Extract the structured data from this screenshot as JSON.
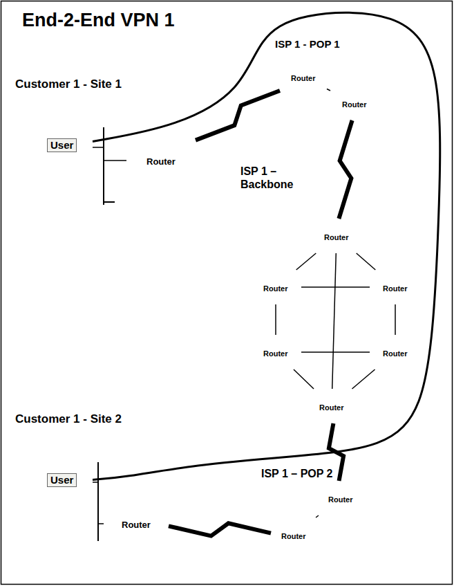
{
  "diagram": {
    "title": "End-2-End VPN 1",
    "nodes": [
      {
        "text": [
          "Customer 1 - Site 1"
        ]
      },
      {
        "text": [
          "User"
        ],
        "in": 0
      },
      {
        "text": [
          "Router"
        ],
        "in": 0
      },
      {
        "text": [
          "ISP 1 - POP 1"
        ]
      },
      {
        "text": [
          "Router"
        ],
        "in": 3
      },
      {
        "text": [
          "Router"
        ],
        "in": 3
      },
      {
        "text": [
          "ISP 1 – Backbone"
        ]
      },
      {
        "text": [
          "Router"
        ],
        "in": 6
      },
      {
        "text": [
          "Router"
        ],
        "in": 6
      },
      {
        "text": [
          "Router"
        ],
        "in": 6
      },
      {
        "text": [
          "Router"
        ],
        "in": 6
      },
      {
        "text": [
          "Router"
        ],
        "in": 6
      },
      {
        "text": [
          "Router"
        ],
        "in": 6
      },
      {
        "text": [
          "Customer 1 - Site 2"
        ]
      },
      {
        "text": [
          "User"
        ],
        "in": 13
      },
      {
        "text": [
          "Router"
        ],
        "in": 13
      },
      {
        "text": [
          "ISP 1 – POP 2"
        ]
      },
      {
        "text": [
          "Router"
        ],
        "in": 16
      },
      {
        "text": [
          "Router"
        ],
        "in": 16
      }
    ],
    "edges": [
      {
        "from": 1,
        "to": 2,
        "arrow": "none"
      },
      {
        "from": 2,
        "to": 4,
        "arrow": "none"
      },
      {
        "from": 4,
        "to": 5,
        "arrow": "none"
      },
      {
        "from": 5,
        "to": 7,
        "arrow": "none"
      },
      {
        "from": 7,
        "to": 8,
        "arrow": "none"
      },
      {
        "from": 7,
        "to": 9,
        "arrow": "none"
      },
      {
        "from": 7,
        "to": 12,
        "arrow": "none"
      },
      {
        "from": 8,
        "to": 9,
        "arrow": "none"
      },
      {
        "from": 8,
        "to": 10,
        "arrow": "none"
      },
      {
        "from": 9,
        "to": 11,
        "arrow": "none"
      },
      {
        "from": 10,
        "to": 11,
        "arrow": "none"
      },
      {
        "from": 10,
        "to": 12,
        "arrow": "none"
      },
      {
        "from": 11,
        "to": 12,
        "arrow": "none"
      },
      {
        "from": 12,
        "to": 17,
        "arrow": "none"
      },
      {
        "from": 17,
        "to": 18,
        "arrow": "none"
      },
      {
        "from": 18,
        "to": 15,
        "arrow": "none"
      },
      {
        "from": 14,
        "to": 15,
        "arrow": "none"
      },
      {
        "from": 1,
        "to": 14,
        "arrow": "none"
      }
    ]
  }
}
